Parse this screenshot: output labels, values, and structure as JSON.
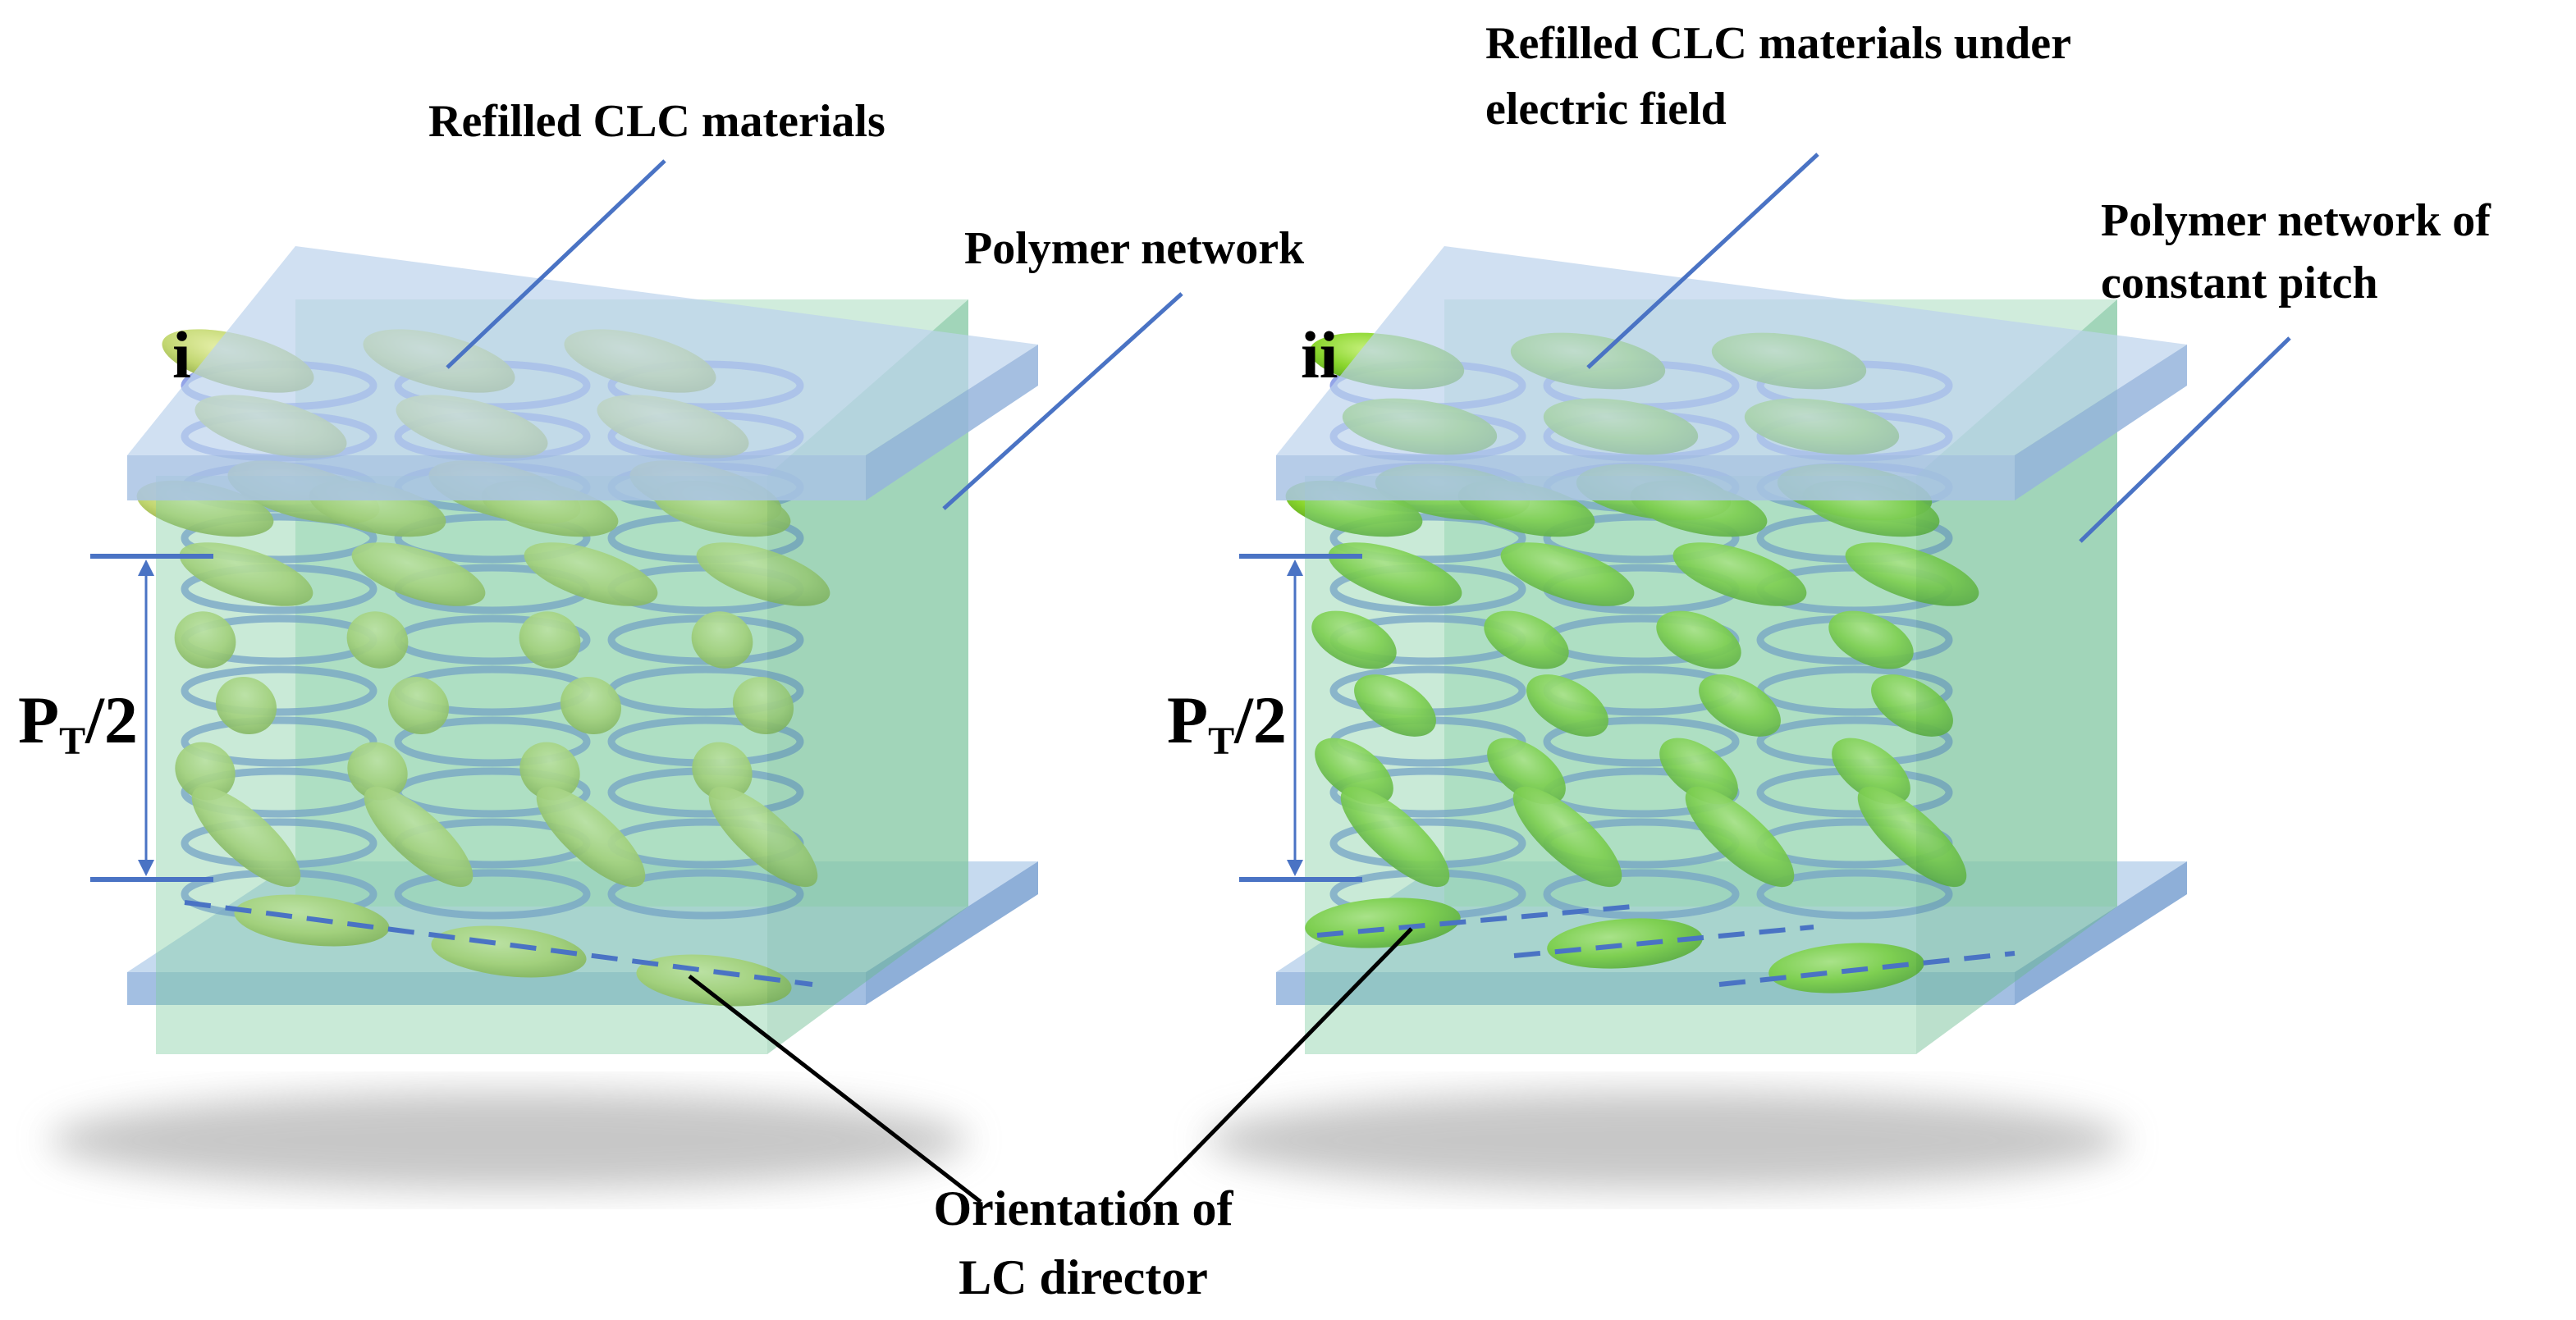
{
  "panels": [
    {
      "id": "i",
      "label": "i",
      "pitch_label": {
        "main": "P",
        "sub": "T",
        "rest": "/2"
      },
      "callouts": {
        "refilled": "Refilled CLC materials",
        "polymer_line1": "Polymer network",
        "polymer_line2": ""
      }
    },
    {
      "id": "ii",
      "label": "ii",
      "pitch_label": {
        "main": "P",
        "sub": "T",
        "rest": "/2"
      },
      "callouts": {
        "refilled_line1": "Refilled CLC materials under",
        "refilled_line2": "electric field",
        "polymer_line1": "Polymer network of",
        "polymer_line2": "constant pitch"
      }
    }
  ],
  "shared_callout": {
    "line1": "Orientation of",
    "line2": "LC director"
  },
  "colors": {
    "glass": "#bcd3ec",
    "glass_edge": "#9cb9de",
    "lc_fill": "#a7dba5",
    "helix": "#6f86e0",
    "leader_blue": "#4a73c4",
    "leader_black": "#000000",
    "ellipsoid_panel_i": "#c3d86a",
    "ellipsoid_panel_ii": "#7fd21a"
  }
}
